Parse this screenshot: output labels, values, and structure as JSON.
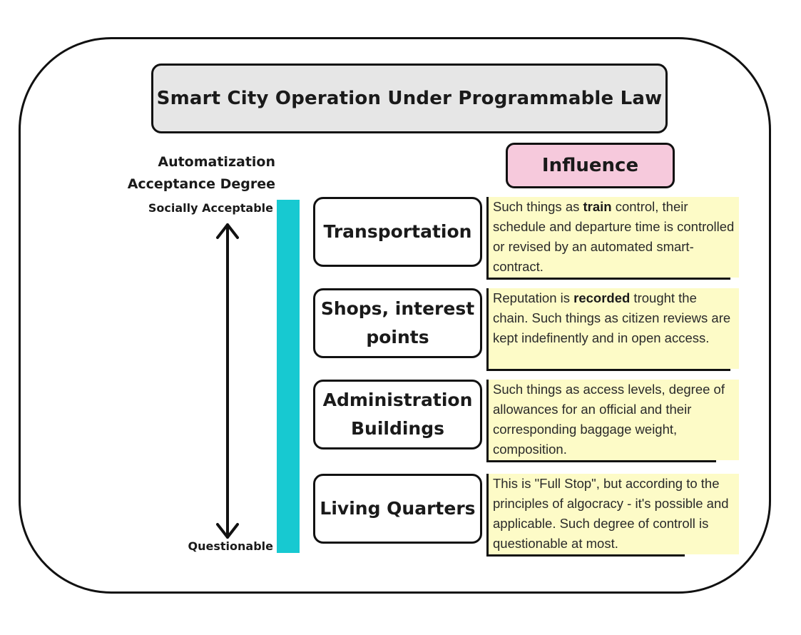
{
  "title": "Smart City Operation Under Programmable Law",
  "influence_label": "Influence",
  "axis": {
    "title_line1": "Automatization",
    "title_line2": "Acceptance Degree",
    "top_label": "Socially Acceptable",
    "bottom_label": "Questionable"
  },
  "categories": [
    {
      "label": "Transportation",
      "note_pre": "Such things as ",
      "note_bold": "train",
      "note_post": " control, their schedule and departure time is controlled or revised by an automated smart-contract."
    },
    {
      "label": "Shops, interest\npoints",
      "note_pre": "Reputation is ",
      "note_bold": "recorded",
      "note_post": " trought the chain. Such things as citizen reviews are kept indefinently and in open access."
    },
    {
      "label": "Administration\nBuildings",
      "note_pre": "Such things as access levels, degree of allowances for an official and their corresponding baggage weight, composition.",
      "note_bold": "",
      "note_post": ""
    },
    {
      "label": "Living Quarters",
      "note_pre": "This is \"Full Stop\", but according to the principles of algocracy - it's possible and applicable. Such degree of controll is questionable at most.",
      "note_bold": "",
      "note_post": ""
    }
  ],
  "colors": {
    "title_fill": "#e6e6e6",
    "influence_fill": "#f6c9dc",
    "bar_fill": "#17c9d1",
    "note_fill": "#fdfbc7"
  }
}
